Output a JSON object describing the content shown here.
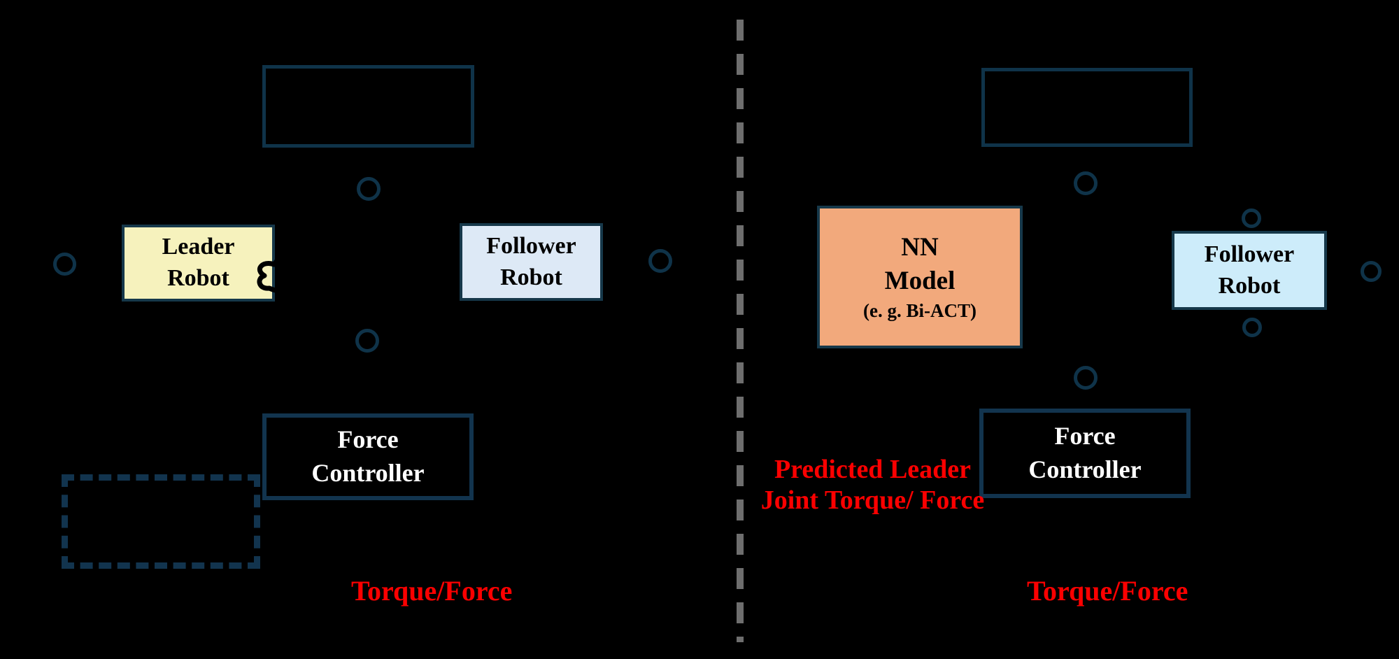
{
  "figure": {
    "type": "control-architecture-diagram",
    "background": "#000000",
    "left_panel": {
      "leader_robot": {
        "line1": "Leader",
        "line2": "Robot"
      },
      "follower_robot": {
        "line1": "Follower",
        "line2": "Robot"
      },
      "force_controller": {
        "line1": "Force",
        "line2": "Controller"
      },
      "torque_force_label": "Torque/Force"
    },
    "right_panel": {
      "nn_model": {
        "line1": "NN",
        "line2": "Model",
        "line3": "(e. g. Bi-ACT)"
      },
      "follower_robot": {
        "line1": "Follower",
        "line2": "Robot"
      },
      "force_controller": {
        "line1": "Force",
        "line2": "Controller"
      },
      "predicted_label": {
        "line1": "Predicted Leader",
        "line2": "Joint Torque/ Force"
      },
      "torque_force_label": "Torque/Force"
    },
    "colors": {
      "box_border": "#0f3349",
      "leader_fill": "#f6f2bd",
      "follower_left_fill": "#dde9f6",
      "follower_right_fill": "#cdecfa",
      "nn_fill": "#f2a97c",
      "controller_text": "#ffffff",
      "annotation_red": "#fb0000",
      "divider_gray": "#6e6e6e"
    }
  }
}
